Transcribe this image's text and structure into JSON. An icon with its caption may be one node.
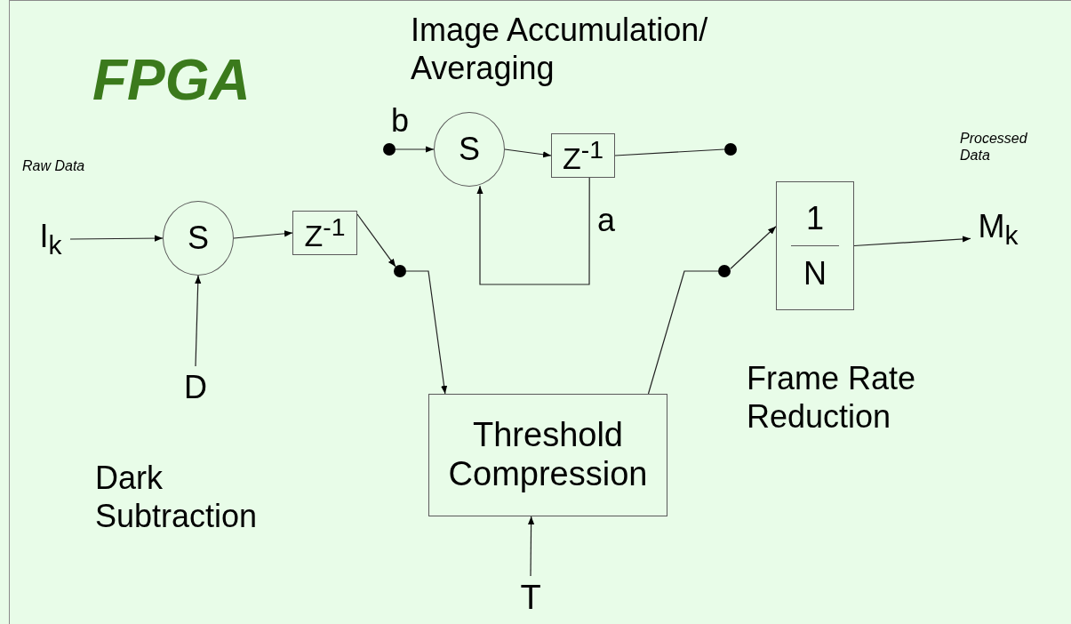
{
  "diagram": {
    "title": "FPGA",
    "nodes": [
      {
        "text": [
          "I$_{k}$"
        ]
      },
      {
        "text": [
          "S"
        ]
      },
      {
        "text": [
          "Z$^{-1}$"
        ]
      },
      {
        "text": [
          "D"
        ]
      },
      {
        "text": [],
        "shape": "circle"
      },
      {
        "text": [
          "Threshold Compression"
        ]
      },
      {
        "text": [
          "T"
        ]
      },
      {
        "text": [],
        "shape": "circle"
      },
      {
        "text": [
          "1",
          "N"
        ]
      },
      {
        "text": [
          "M$_{k}$"
        ]
      },
      {
        "text": [],
        "shape": "circle",
        "beside": [
          "b"
        ]
      },
      {
        "text": [
          "S"
        ]
      },
      {
        "text": [
          "Z$^{-1}$"
        ]
      },
      {
        "text": [],
        "shape": "circle"
      }
    ],
    "edges": [
      {
        "from": 0,
        "to": 1,
        "arrow": "to"
      },
      {
        "from": 3,
        "to": 1,
        "arrow": "to"
      },
      {
        "from": 1,
        "to": 2,
        "arrow": "to"
      },
      {
        "from": 2,
        "to": 4,
        "arrow": "to"
      },
      {
        "from": 4,
        "to": 5,
        "arrow": "to"
      },
      {
        "from": 6,
        "to": 5,
        "arrow": "to"
      },
      {
        "from": 5,
        "to": 7,
        "arrow": "none"
      },
      {
        "from": 7,
        "to": 8,
        "arrow": "to"
      },
      {
        "from": 8,
        "to": 9,
        "arrow": "to"
      },
      {
        "from": 10,
        "to": 11,
        "arrow": "to"
      },
      {
        "from": 11,
        "to": 12,
        "arrow": "to"
      },
      {
        "from": 12,
        "to": 13,
        "arrow": "none"
      },
      {
        "from": 12,
        "to": 11,
        "arrow": "to",
        "label": "a"
      }
    ],
    "labels": [
      "Image Accumulation/ Averaging",
      "Raw Data",
      "Processed Data",
      "Dark Subtraction",
      "Frame Rate Reduction"
    ]
  }
}
